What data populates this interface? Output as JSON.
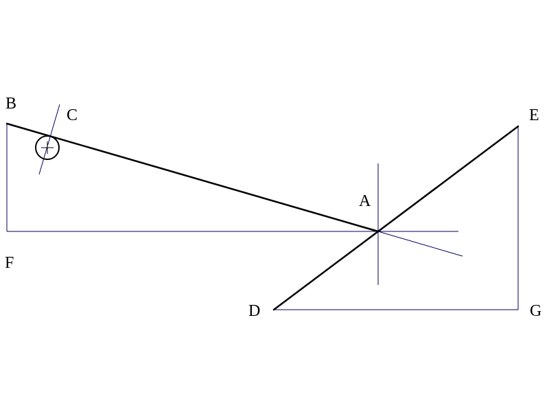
{
  "diagram": {
    "points": {
      "A": "A",
      "B": "B",
      "C": "C",
      "D": "D",
      "E": "E",
      "F": "F",
      "G": "G"
    },
    "colors": {
      "thick_line": "#000000",
      "thin_line": "#00005e",
      "background": "#ffffff"
    }
  }
}
